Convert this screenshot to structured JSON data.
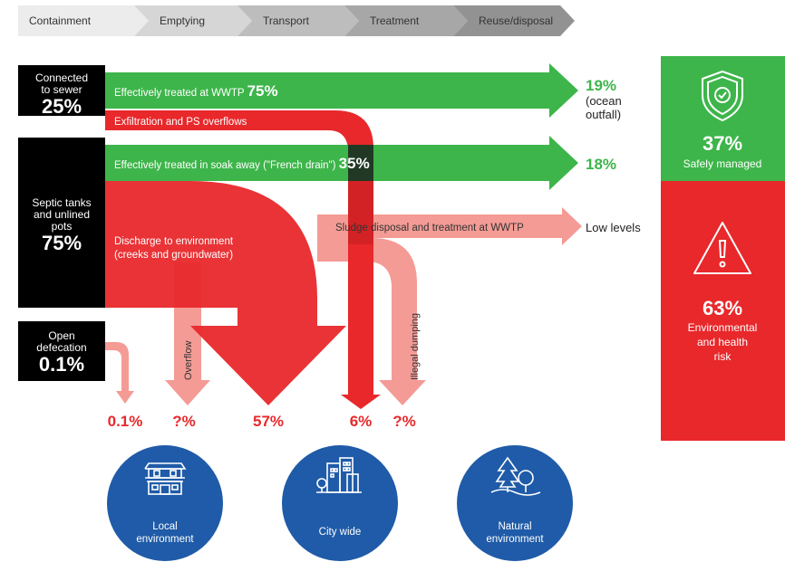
{
  "stages": [
    "Containment",
    "Emptying",
    "Transport",
    "Treatment",
    "Reuse/disposal"
  ],
  "sources": {
    "sewer": {
      "label": "Connected\nto sewer",
      "pct": "25%"
    },
    "septic": {
      "label": "Septic tanks\nand unlined\npots",
      "pct": "75%"
    },
    "open": {
      "label": "Open\ndefecation",
      "pct": "0.1%"
    }
  },
  "flows": {
    "wwtp": {
      "label": "Effectively treated at WWTP ",
      "pct": "75%"
    },
    "exfil": {
      "label": "Exfiltration and PS overflows"
    },
    "soak": {
      "label": "Effectively treated in soak away (\"French drain\") ",
      "pct": "35%"
    },
    "sludge": {
      "label": "Sludge disposal and treatment at WWTP"
    },
    "discharge": {
      "label1": "Discharge to environment",
      "label2": "(creeks and groundwater)"
    },
    "overflow": {
      "label": "Overflow"
    },
    "dumping": {
      "label": "Illegal dumping"
    }
  },
  "outcomes": {
    "ocean": {
      "pct": "19%",
      "note1": "(ocean",
      "note2": "outfall)"
    },
    "soak": {
      "pct": "18%"
    },
    "sludge": {
      "text": "Low levels"
    }
  },
  "bottom_values": [
    "0.1%",
    "?%",
    "57%",
    "6%",
    "?%"
  ],
  "summary": {
    "safe": {
      "pct": "37%",
      "label": "Safely managed"
    },
    "risk": {
      "pct": "63%",
      "label1": "Environmental",
      "label2": "and health",
      "label3": "risk"
    }
  },
  "destinations": [
    {
      "label1": "Local",
      "label2": "environment",
      "icon": "house-icon"
    },
    {
      "label1": "City wide",
      "label2": "",
      "icon": "buildings-icon"
    },
    {
      "label1": "Natural",
      "label2": "environment",
      "icon": "trees-icon"
    }
  ],
  "colors": {
    "green": "#3db54a",
    "red": "#e8282b",
    "pink": "#f49b95",
    "blue": "#1f5ba8",
    "black": "#000000"
  }
}
